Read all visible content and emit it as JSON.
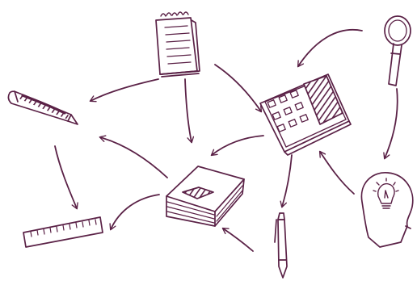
{
  "diagram": {
    "style": "hand-drawn sketch",
    "colors": {
      "ink": "#5a2146",
      "fill": "#ffffff",
      "scribble": "#6b2a55"
    },
    "nodes": [
      {
        "id": "notepad",
        "icon": "notepad-icon"
      },
      {
        "id": "magnifier",
        "icon": "magnifying-glass-icon"
      },
      {
        "id": "pencil",
        "icon": "pencil-icon"
      },
      {
        "id": "calculator",
        "icon": "calculator-icon"
      },
      {
        "id": "book",
        "icon": "book-icon"
      },
      {
        "id": "ruler",
        "icon": "ruler-icon"
      },
      {
        "id": "pen",
        "icon": "pen-icon"
      },
      {
        "id": "head",
        "icon": "head-with-lightbulb-icon"
      }
    ],
    "arrows": [
      {
        "from": "notepad",
        "to": "pencil"
      },
      {
        "from": "notepad",
        "to": "book"
      },
      {
        "from": "notepad",
        "to": "calculator"
      },
      {
        "from": "magnifier",
        "to": "calculator"
      },
      {
        "from": "magnifier",
        "to": "head"
      },
      {
        "from": "pencil",
        "to": "ruler"
      },
      {
        "from": "book",
        "to": "pencil"
      },
      {
        "from": "book",
        "to": "ruler"
      },
      {
        "from": "calculator",
        "to": "book"
      },
      {
        "from": "calculator",
        "to": "pen"
      },
      {
        "from": "head",
        "to": "calculator"
      },
      {
        "from": "pen",
        "to": "book"
      }
    ]
  }
}
